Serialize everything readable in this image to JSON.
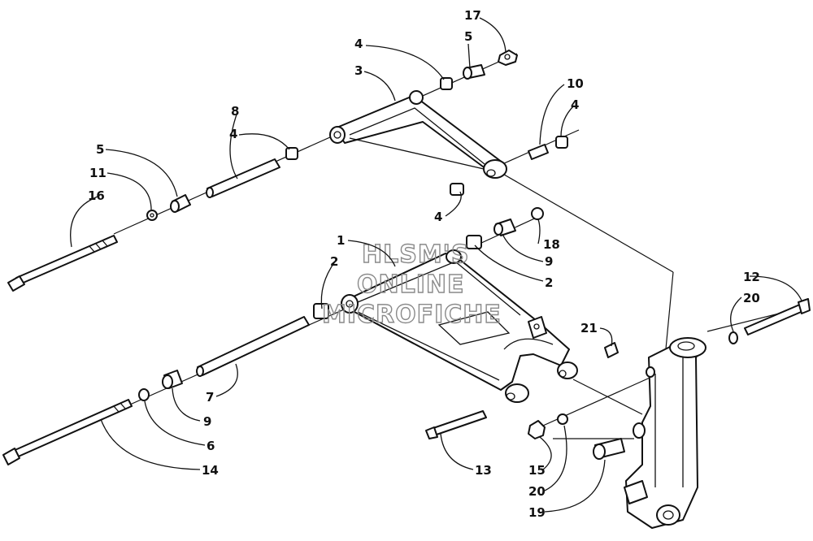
{
  "watermark": {
    "line1": "HLSM'S",
    "line2": "ONLINE",
    "line3": "MICROFICHE"
  },
  "callouts": [
    {
      "id": "c17",
      "text": "17"
    },
    {
      "id": "c5a",
      "text": "5"
    },
    {
      "id": "c4a",
      "text": "4"
    },
    {
      "id": "c3",
      "text": "3"
    },
    {
      "id": "c10",
      "text": "10"
    },
    {
      "id": "c4b",
      "text": "4"
    },
    {
      "id": "c8",
      "text": "8"
    },
    {
      "id": "c4c",
      "text": "4"
    },
    {
      "id": "c5b",
      "text": "5"
    },
    {
      "id": "c11",
      "text": "11"
    },
    {
      "id": "c16",
      "text": "16"
    },
    {
      "id": "c4d",
      "text": "4"
    },
    {
      "id": "c18",
      "text": "18"
    },
    {
      "id": "c1",
      "text": "1"
    },
    {
      "id": "c2a",
      "text": "2"
    },
    {
      "id": "c9a",
      "text": "9"
    },
    {
      "id": "c2b",
      "text": "2"
    },
    {
      "id": "c12",
      "text": "12"
    },
    {
      "id": "c20a",
      "text": "20"
    },
    {
      "id": "c21",
      "text": "21"
    },
    {
      "id": "c7",
      "text": "7"
    },
    {
      "id": "c9b",
      "text": "9"
    },
    {
      "id": "c6",
      "text": "6"
    },
    {
      "id": "c14",
      "text": "14"
    },
    {
      "id": "c13",
      "text": "13"
    },
    {
      "id": "c15",
      "text": "15"
    },
    {
      "id": "c20b",
      "text": "20"
    },
    {
      "id": "c19",
      "text": "19"
    }
  ]
}
